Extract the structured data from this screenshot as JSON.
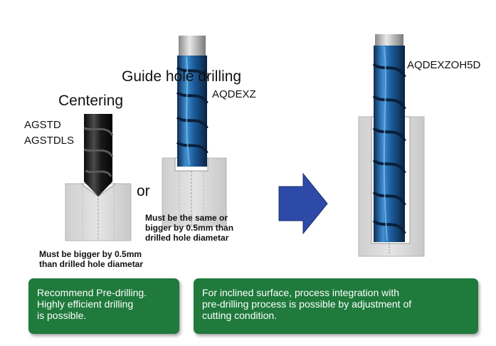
{
  "colors": {
    "accent_green": "#1f7a3c",
    "arrow_blue": "#2e4aa8",
    "workpiece_gray": "#d9d9d9"
  },
  "labels": {
    "centering": "Centering",
    "centering_codes": [
      "AGSTD",
      "AGSTDLS"
    ],
    "guide": "Guide hole drilling",
    "guide_code": "AQDEXZ",
    "or": "or",
    "final_code": "AQDEXZOH5D"
  },
  "notes": {
    "centering": [
      "Must be bigger by 0.5mm",
      "than drilled hole diametar"
    ],
    "guide": [
      "Must be the same or",
      "bigger by 0.5mm than",
      "drilled hole diametar"
    ]
  },
  "boxes": {
    "left": [
      "Recommend Pre-drilling.",
      "Highly efficient drilling",
      "is possible."
    ],
    "right": [
      "For inclined surface, process integration with",
      "pre-drilling process is possible by adjustment of",
      "cutting condition."
    ]
  },
  "icons": {
    "arrow": "right-arrow-icon"
  }
}
